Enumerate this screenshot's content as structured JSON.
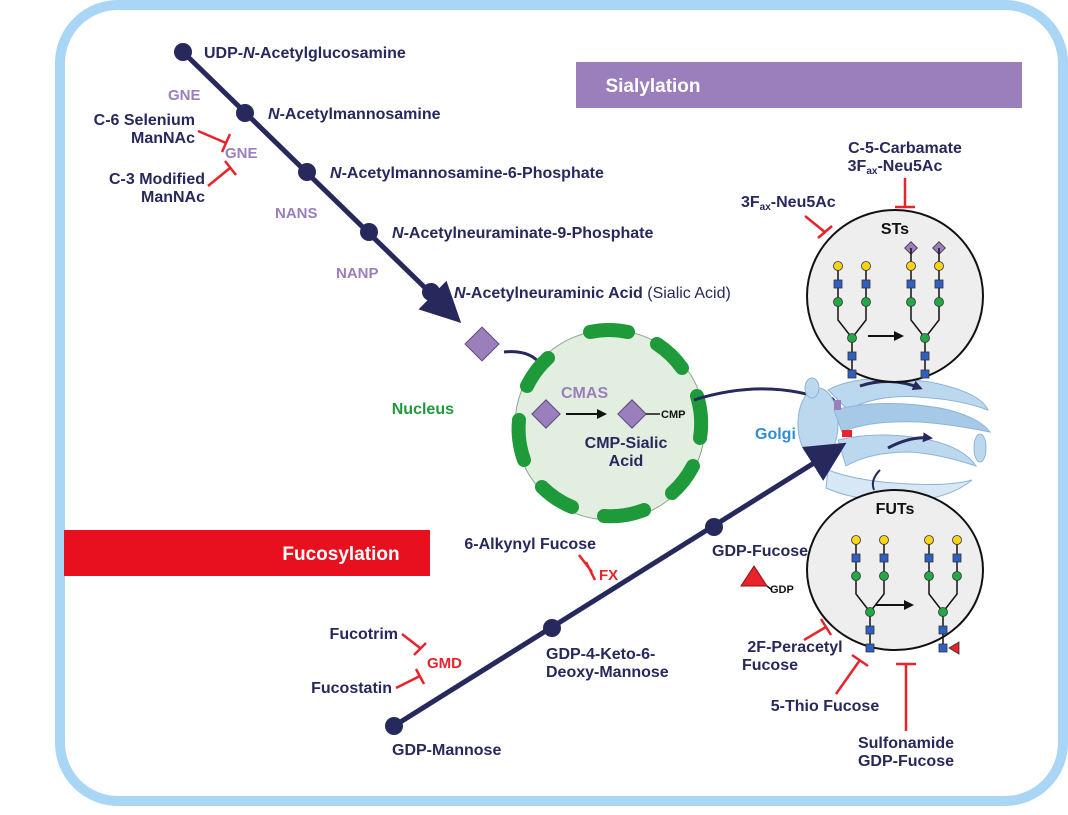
{
  "banners": {
    "sialylation": "Sialylation",
    "fucosylation": "Fucosylation"
  },
  "sialic_pathway": {
    "step1": {
      "pre": "UDP-",
      "ital": "N",
      "post": "-Acetylglucosamine"
    },
    "step2": {
      "pre": "",
      "ital": "N",
      "post": "-Acetylmannosamine"
    },
    "step3": {
      "pre": "",
      "ital": "N",
      "post": "-Acetylmannosamine-6-Phosphate"
    },
    "step4": {
      "pre": "",
      "ital": "N",
      "post": "-Acetylneuraminate-9-Phosphate"
    },
    "step5": {
      "pre": "",
      "ital": "N",
      "post": "-Acetylneuraminic Acid",
      "suffix": " (Sialic Acid)"
    }
  },
  "enzymes": {
    "gne_top": "GNE",
    "gne_inhib": "GNE",
    "nans": "NANS",
    "nanp": "NANP",
    "cmas": "CMAS",
    "gmd": "GMD",
    "fx": "FX"
  },
  "inhibitors": {
    "c6_selenium": [
      "C-6 Selenium",
      "ManNAc"
    ],
    "c3_modified": [
      "C-3 Modified",
      "ManNAc"
    ],
    "c5_carbamate": {
      "line1": "C-5-Carbamate",
      "line2_pre": "3F",
      "line2_sub": "ax",
      "line2_post": "-Neu5Ac"
    },
    "f3ax": {
      "pre": "3F",
      "sub": "ax",
      "post": "-Neu5Ac"
    },
    "alkynyl": "6-Alkynyl Fucose",
    "fucotrim": "Fucotrim",
    "fucostatin": "Fucostatin",
    "peracetyl": [
      "2F-Peracetyl",
      "Fucose"
    ],
    "thio": "5-Thio Fucose",
    "sulfonamide": [
      "Sulfonamide",
      "GDP-Fucose"
    ]
  },
  "nucleus": {
    "label": "Nucleus",
    "cmp_tag": "CMP",
    "cmp_sialic": [
      "CMP-Sialic",
      "Acid"
    ]
  },
  "golgi": {
    "label": "Golgi"
  },
  "enzyme_boxes": {
    "sts": "STs",
    "futs": "FUTs"
  },
  "fucose_pathway": {
    "gdp_fucose": "GDP-Fucose",
    "gdp_tag": "GDP",
    "gdp_keto": [
      "GDP-4-Keto-6-",
      "Deoxy-Mannose"
    ],
    "gdp_mannose": "GDP-Mannose"
  },
  "colors": {
    "navy": "#27285c",
    "lavender": "#9b7fbc",
    "red": "#e8232b",
    "green": "#1f9a3a",
    "blue": "#2f8fd0",
    "cell_border": "#a9d6f5",
    "sialylation_banner": "#9b7fbc",
    "fucosylation_banner": "#e8101e"
  }
}
